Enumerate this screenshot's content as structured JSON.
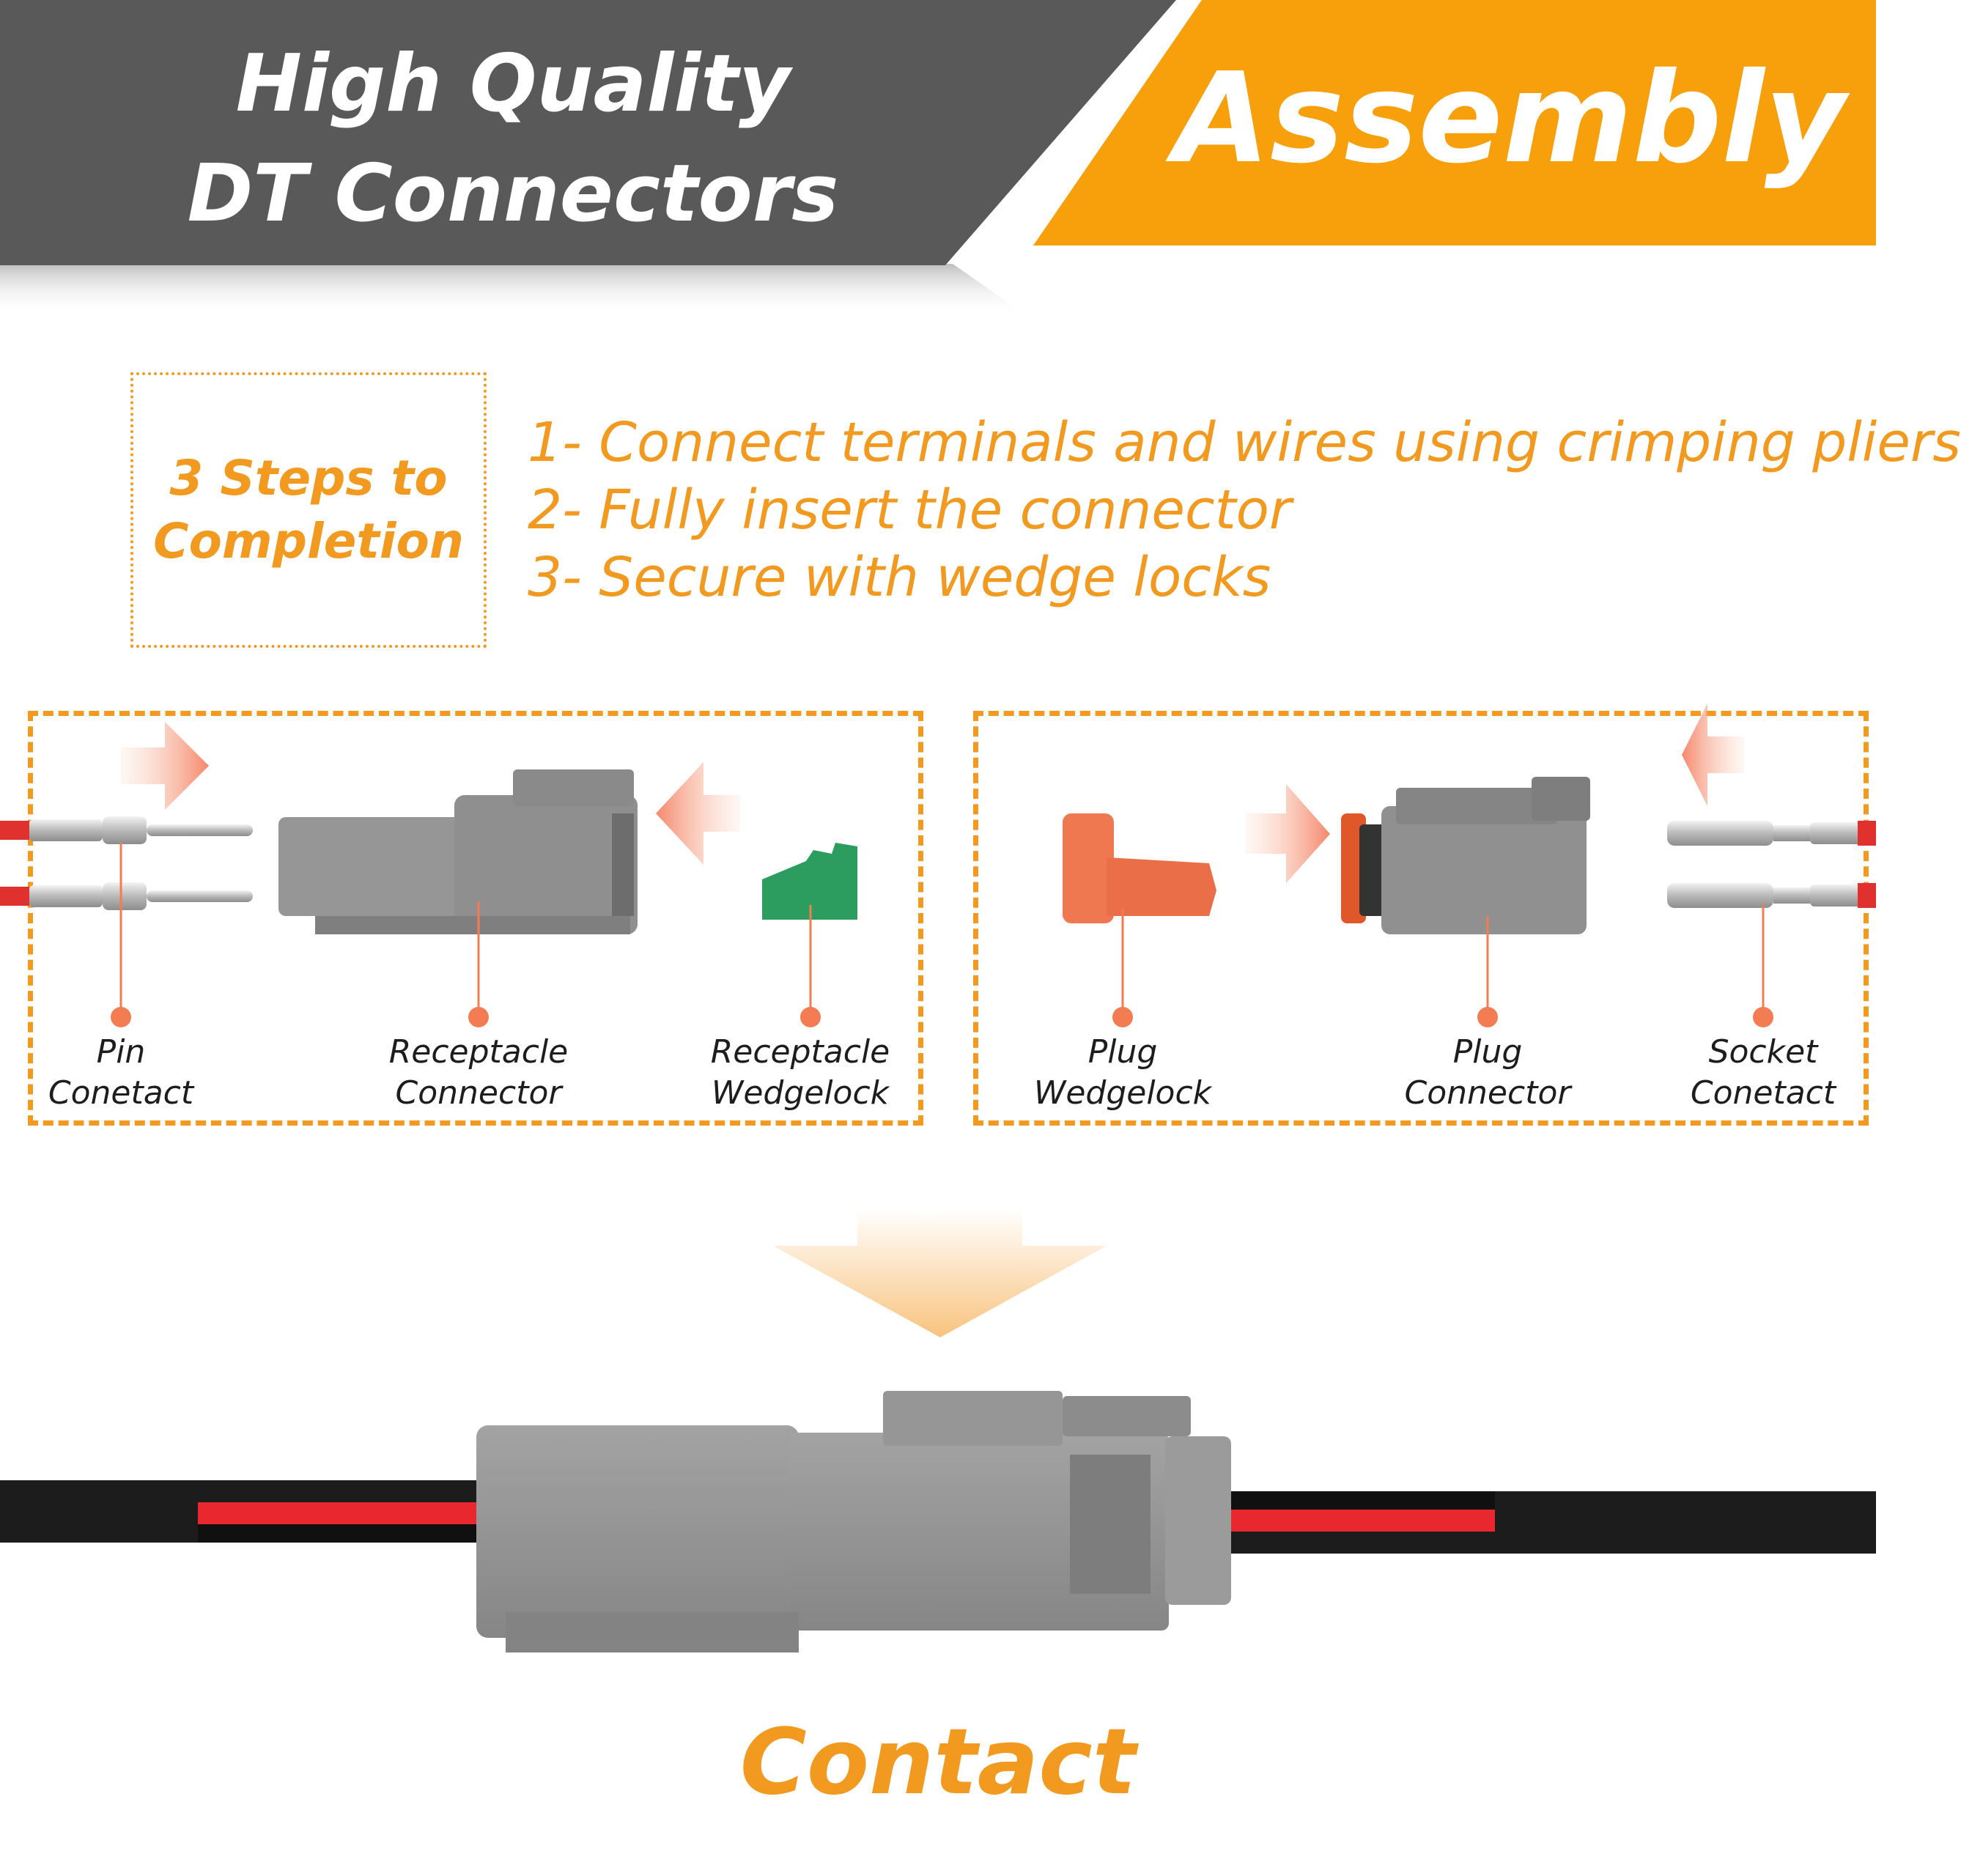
{
  "header": {
    "title_line1": "High Quality",
    "title_line2": "DT Connectors",
    "right_title": "Assembly",
    "colors": {
      "dark": "#595959",
      "orange": "#f7a00c"
    }
  },
  "steps": {
    "box_title_line1": "3 Steps to",
    "box_title_line2": "Completion",
    "items": [
      "1- Connect terminals and wires using crimping pliers",
      "2- Fully insert the connector",
      "3- Secure with wedge locks"
    ]
  },
  "left_panel": {
    "labels": [
      {
        "line1": "Pin",
        "line2": "Conetact"
      },
      {
        "line1": "Receptacle",
        "line2": "Connector"
      },
      {
        "line1": "Receptacle",
        "line2": "Wedgelock"
      }
    ]
  },
  "right_panel": {
    "labels": [
      {
        "line1": "Plug",
        "line2": "Wedgelock"
      },
      {
        "line1": "Plug",
        "line2": "Connector"
      },
      {
        "line1": "Socket",
        "line2": "Conetact"
      }
    ]
  },
  "footer": {
    "label": "Contact"
  },
  "icons": [
    "arrow-right-icon",
    "arrow-left-icon",
    "arrow-down-icon",
    "callout-dot-icon"
  ]
}
